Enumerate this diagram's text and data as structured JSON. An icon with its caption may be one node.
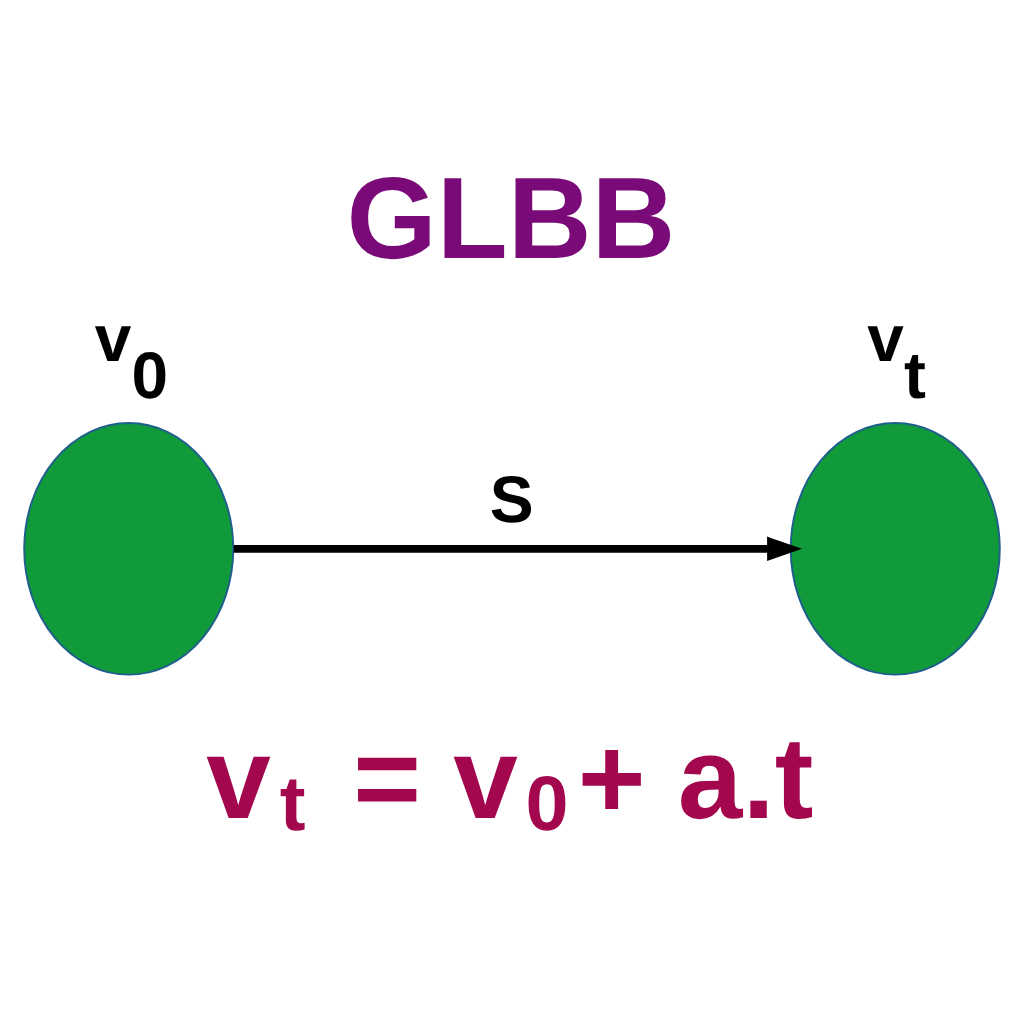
{
  "diagram": {
    "title": "GLBB",
    "nodes": [
      {
        "text": [],
        "shape": "circle",
        "beside": [
          "v$_{0}$"
        ]
      },
      {
        "text": [],
        "shape": "circle",
        "beside": [
          "v$_{t}$"
        ]
      }
    ],
    "edges": [
      {
        "from": 0,
        "to": 1,
        "arrow": "to",
        "label": "S"
      }
    ],
    "labels": [
      "v$_{t}$ = v$_{0}$+ a.t"
    ]
  }
}
